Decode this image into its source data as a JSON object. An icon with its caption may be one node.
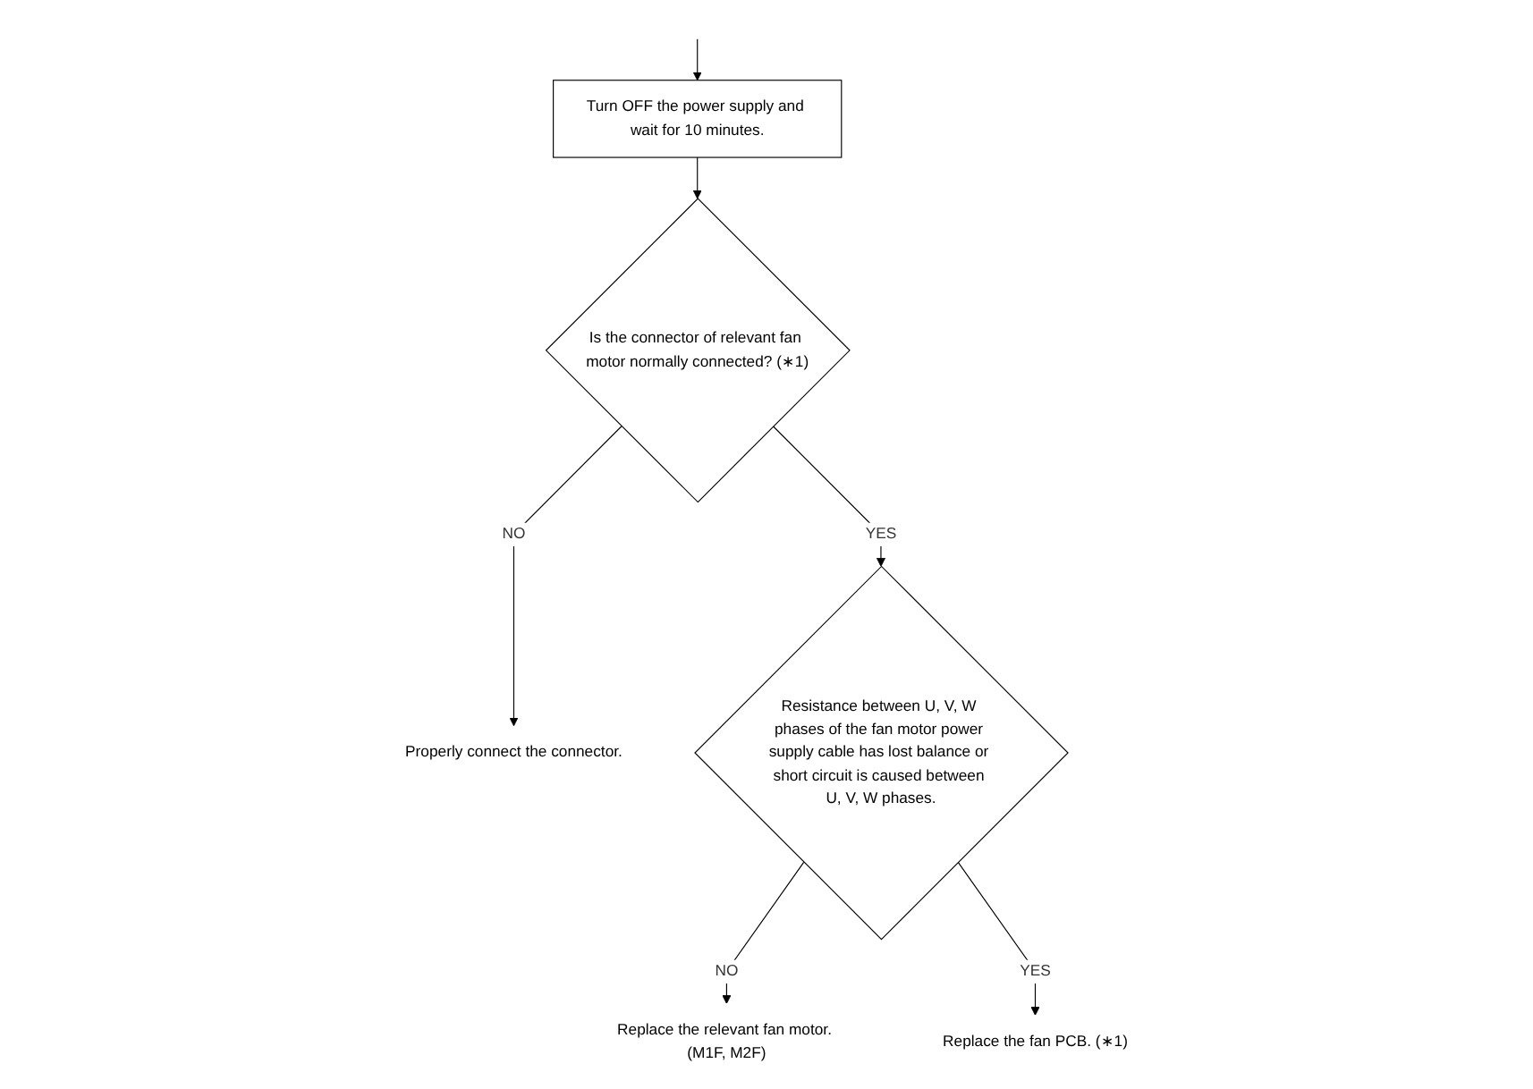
{
  "diagram": {
    "nodes": [
      {
        "text": [
          "Turn OFF the power supply and wait for 10 minutes."
        ]
      },
      {
        "text": [
          "Is the connector of relevant fan motor normally connected? (∗1)"
        ]
      },
      {
        "text": [
          "Properly connect the connector."
        ]
      },
      {
        "text": [
          "Resistance between U, V, W phases of the fan motor power supply cable has lost balance or short circuit is caused between U, V, W phases."
        ]
      },
      {
        "text": [
          "Replace the relevant fan motor. (M1F, M2F)"
        ]
      },
      {
        "text": [
          "Replace the fan PCB. (∗1)"
        ]
      }
    ],
    "edges": [
      {
        "from": null,
        "to": 0,
        "arrow": "to"
      },
      {
        "from": 0,
        "to": 1,
        "arrow": "to"
      },
      {
        "from": 1,
        "to": 2,
        "arrow": "to",
        "label": "NO"
      },
      {
        "from": 1,
        "to": 3,
        "arrow": "to",
        "label": "YES"
      },
      {
        "from": 3,
        "to": 4,
        "arrow": "to",
        "label": "NO"
      },
      {
        "from": 3,
        "to": 5,
        "arrow": "to",
        "label": "YES"
      }
    ]
  }
}
